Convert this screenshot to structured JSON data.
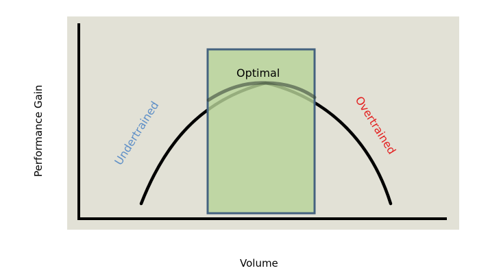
{
  "diagram": {
    "labels": {
      "y_axis": "Performance Gain",
      "x_axis": "Volume",
      "optimal": "Optimal",
      "undertrained": "Undertrained",
      "overtrained": "Overtrained"
    },
    "colors": {
      "background": "#e2e1d6",
      "curve": "#000000",
      "optimal_fill": "#b7d398",
      "optimal_border": "#44627f",
      "undertrained": "#5e8fc7",
      "overtrained": "#e31f1f"
    }
  }
}
